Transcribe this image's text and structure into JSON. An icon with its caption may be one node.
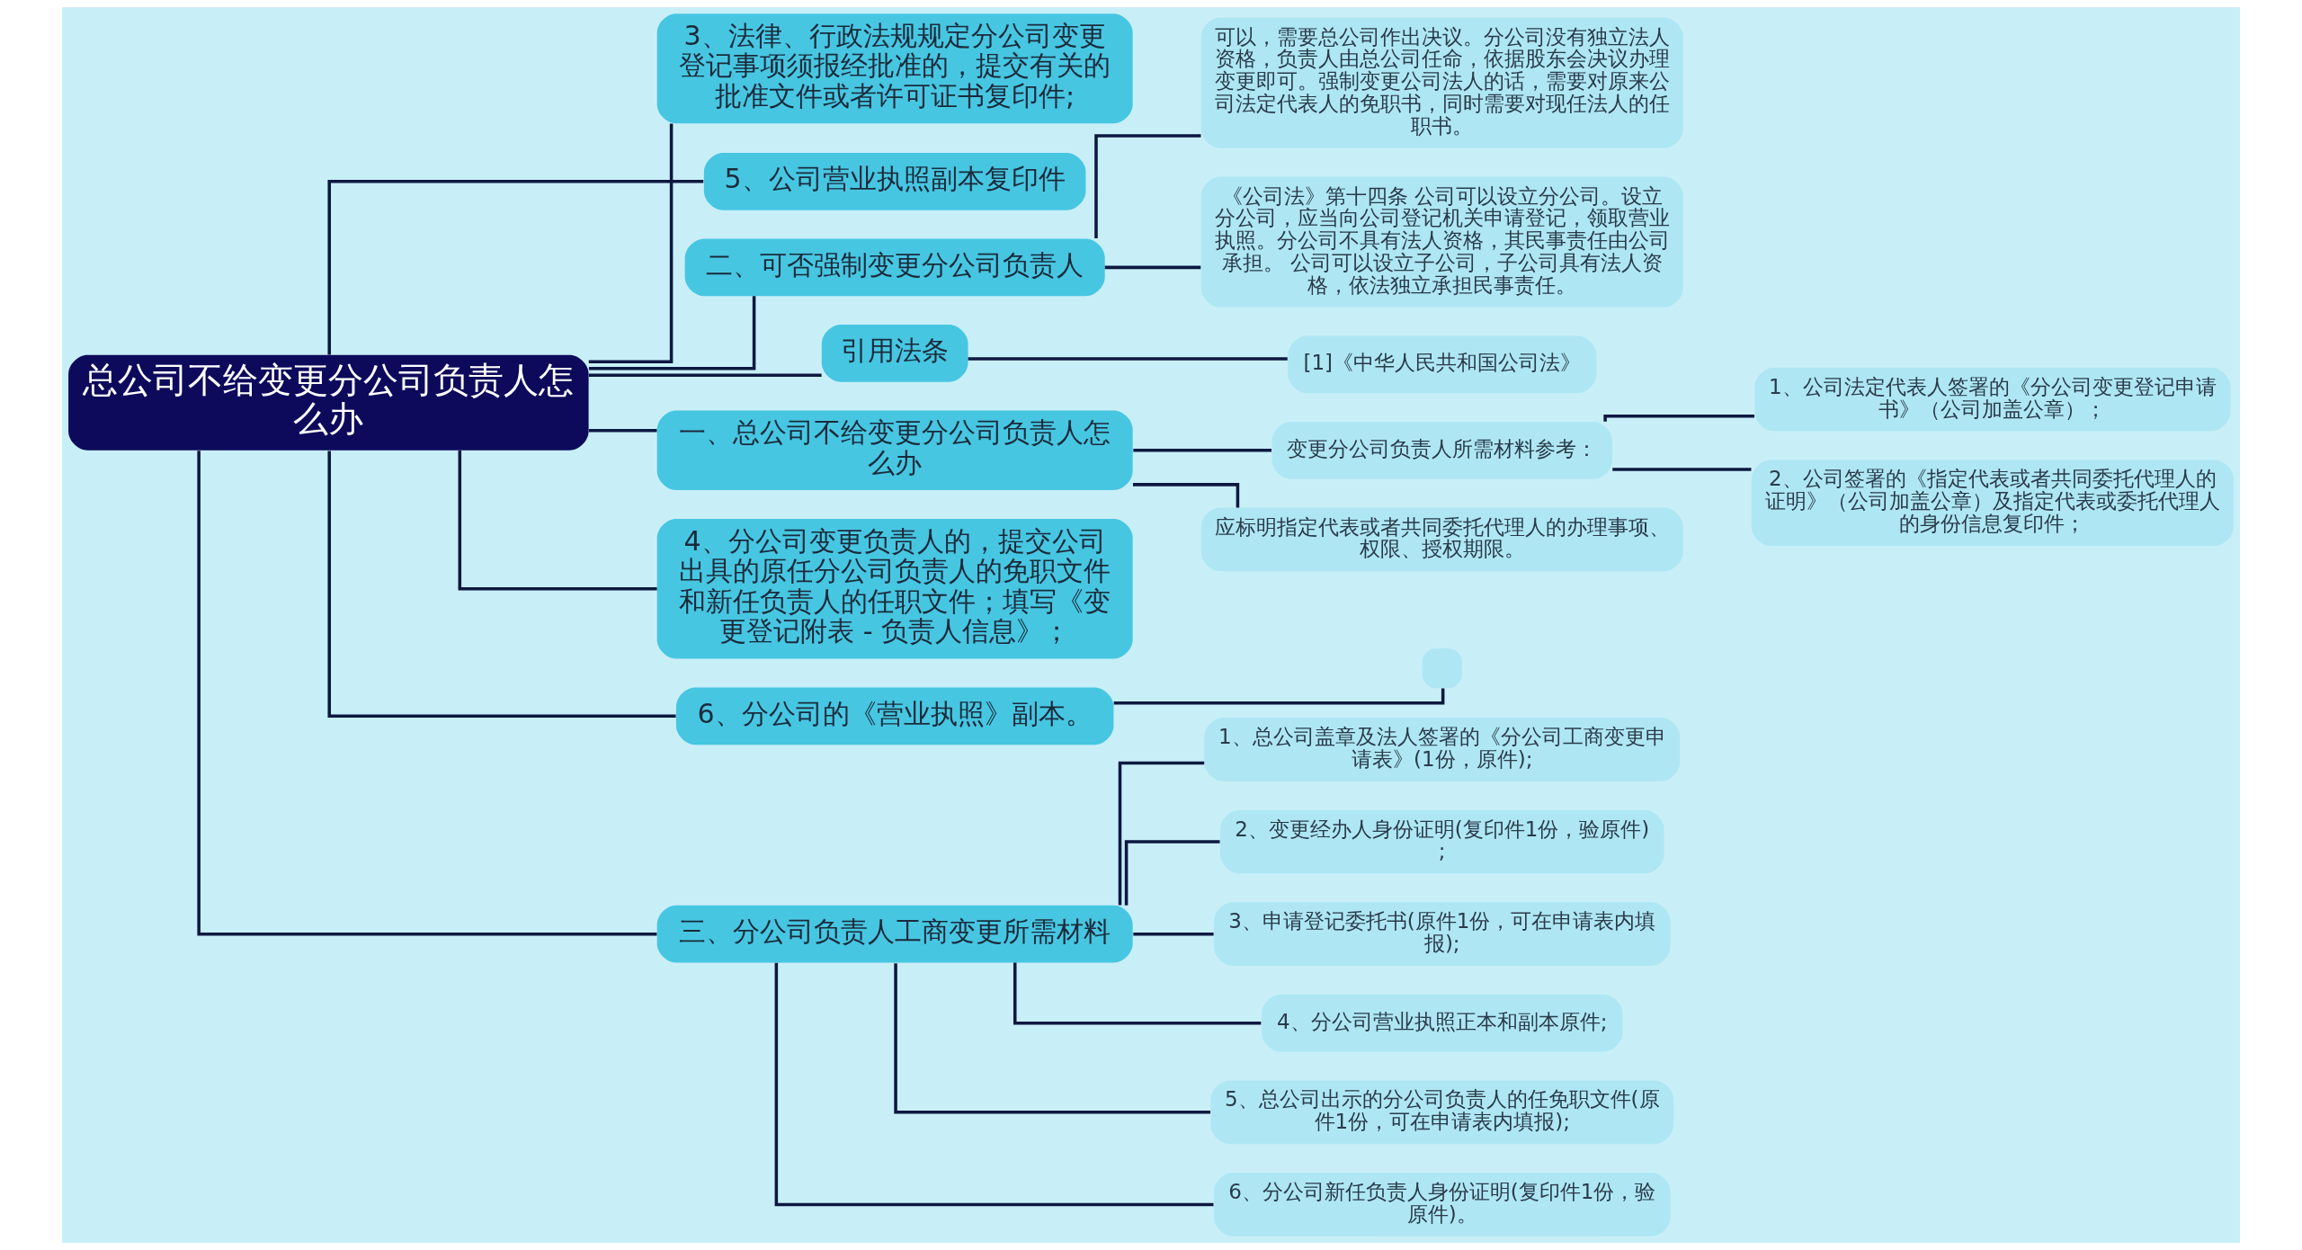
{
  "diagram": {
    "nodes": [
      {
        "text": [
          "总公司不给变更分公司负责人怎么办"
        ]
      },
      {
        "text": [
          "3、法律、行政法规规定分公司变更登记事项须报经批准的，提交有关的批准文件或者许可证书复印件;"
        ]
      },
      {
        "text": [
          "5、公司营业执照副本复印件"
        ]
      },
      {
        "text": [
          "二、可否强制变更分公司负责人"
        ]
      },
      {
        "text": [
          "可以，需要总公司作出决议。分公司没有独立法人资格，负责人由总公司任命，依据股东会决议办理变更即可。强制变更公司法人的话，需要对原来公司法定代表人的免职书，同时需要对现任法人的任职书。"
        ]
      },
      {
        "text": [
          "《公司法》第十四条 公司可以设立分公司。设立分公司，应当向公司登记机关申请登记，领取营业执照。分公司不具有法人资格，其民事责任由公司承担。 公司可以设立子公司，子公司具有法人资格，依法独立承担民事责任。"
        ]
      },
      {
        "text": [
          "引用法条"
        ]
      },
      {
        "text": [
          "[1]《中华人民共和国公司法》"
        ]
      },
      {
        "text": [
          "一、总公司不给变更分公司负责人怎么办"
        ]
      },
      {
        "text": [
          "变更分公司负责人所需材料参考："
        ]
      },
      {
        "text": [
          "1、公司法定代表人签署的《分公司变更登记申请书》（公司加盖公章）；"
        ]
      },
      {
        "text": [
          "2、公司签署的《指定代表或者共同委托代理人的证明》（公司加盖公章）及指定代表或委托代理人的身份信息复印件；"
        ]
      },
      {
        "text": [
          "应标明指定代表或者共同委托代理人的办理事项、权限、授权期限。"
        ]
      },
      {
        "text": [
          "4、分公司变更负责人的，提交公司出具的原任分公司负责人的免职文件和新任负责人的任职文件；填写《变更登记附表 - 负责人信息》；"
        ]
      },
      {
        "text": [
          "6、分公司的《营业执照》副本。"
        ]
      },
      {
        "text": [],
        "shape": "box"
      },
      {
        "text": [
          "三、分公司负责人工商变更所需材料"
        ]
      },
      {
        "text": [
          "1、总公司盖章及法人签署的《分公司工商变更申请表》(1份，原件);"
        ]
      },
      {
        "text": [
          "2、变更经办人身份证明(复印件1份，验原件);"
        ]
      },
      {
        "text": [
          "3、申请登记委托书(原件1份，可在申请表内填报);"
        ]
      },
      {
        "text": [
          "4、分公司营业执照正本和副本原件;"
        ]
      },
      {
        "text": [
          "5、总公司出示的分公司负责人的任免职文件(原件1份，可在申请表内填报);"
        ]
      },
      {
        "text": [
          "6、分公司新任负责人身份证明(复印件1份，验原件)。"
        ]
      }
    ],
    "edges": [
      {
        "from": 0,
        "to": 1,
        "arrow": "none"
      },
      {
        "from": 0,
        "to": 2,
        "arrow": "none"
      },
      {
        "from": 0,
        "to": 3,
        "arrow": "none"
      },
      {
        "from": 3,
        "to": 4,
        "arrow": "none"
      },
      {
        "from": 3,
        "to": 5,
        "arrow": "none"
      },
      {
        "from": 0,
        "to": 6,
        "arrow": "none"
      },
      {
        "from": 6,
        "to": 7,
        "arrow": "none"
      },
      {
        "from": 0,
        "to": 8,
        "arrow": "none"
      },
      {
        "from": 8,
        "to": 9,
        "arrow": "none"
      },
      {
        "from": 9,
        "to": 10,
        "arrow": "none"
      },
      {
        "from": 9,
        "to": 11,
        "arrow": "none"
      },
      {
        "from": 8,
        "to": 12,
        "arrow": "none"
      },
      {
        "from": 0,
        "to": 13,
        "arrow": "none"
      },
      {
        "from": 0,
        "to": 14,
        "arrow": "none"
      },
      {
        "from": 14,
        "to": 15,
        "arrow": "none"
      },
      {
        "from": 0,
        "to": 16,
        "arrow": "none"
      },
      {
        "from": 16,
        "to": 17,
        "arrow": "none"
      },
      {
        "from": 16,
        "to": 18,
        "arrow": "none"
      },
      {
        "from": 16,
        "to": 19,
        "arrow": "none"
      },
      {
        "from": 16,
        "to": 20,
        "arrow": "none"
      },
      {
        "from": 16,
        "to": 21,
        "arrow": "none"
      },
      {
        "from": 16,
        "to": 22,
        "arrow": "none"
      }
    ]
  }
}
